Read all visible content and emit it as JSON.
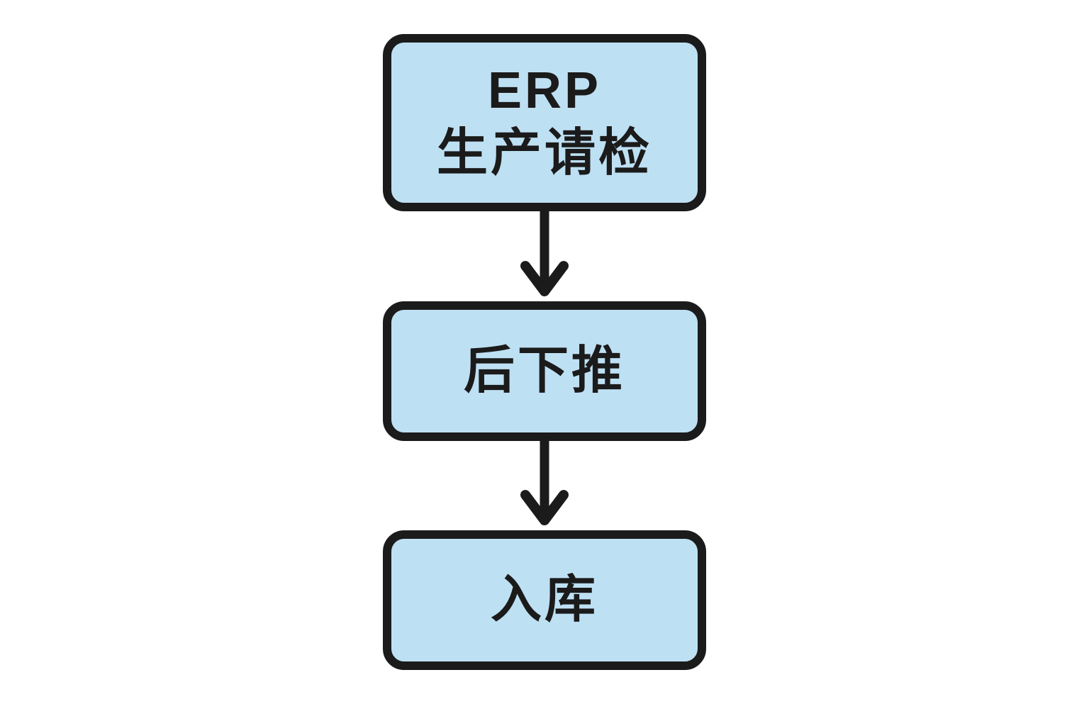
{
  "diagram": {
    "title": "ERP production inspection flow",
    "colors": {
      "background": "#ffffff",
      "box_fill": "#bee0f3",
      "box_border": "#1b1b1b",
      "text": "#1b1b1b",
      "arrow": "#1b1b1b"
    },
    "nodes": [
      {
        "id": "erp-production-inspection-request",
        "lines": [
          "ERP",
          "生产请检"
        ]
      },
      {
        "id": "push-down-after",
        "lines": [
          "后下推"
        ]
      },
      {
        "id": "warehouse-entry",
        "lines": [
          "入库"
        ]
      }
    ],
    "connectors": [
      {
        "from": "erp-production-inspection-request",
        "to": "push-down-after",
        "type": "arrow-down"
      },
      {
        "from": "push-down-after",
        "to": "warehouse-entry",
        "type": "arrow-down"
      }
    ]
  }
}
